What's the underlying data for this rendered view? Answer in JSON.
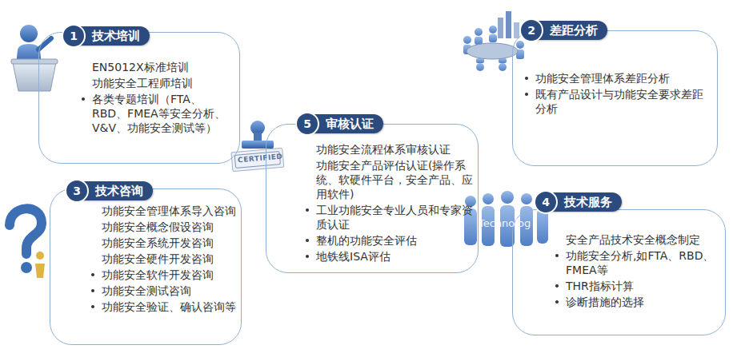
{
  "diagram": {
    "nodes": [
      {
        "text": [
          "技术培训",
          "EN5012X标准培训",
          "功能安全工程师培训",
          "各类专题培训（FTA、RBD、FMEA等安全分析、V&V、功能安全测试等）"
        ]
      },
      {
        "text": [
          "差距分析",
          "功能安全管理体系差距分析",
          "既有产品设计与功能安全要求差距分析"
        ]
      },
      {
        "text": [
          "技术咨询",
          "功能安全管理体系导入咨询",
          "功能安全概念假设咨询",
          "功能安全系统开发咨询",
          "功能安全硬件开发咨询",
          "功能安全软件开发咨询",
          "功能安全测试咨询",
          "功能安全验证、确认咨询等"
        ]
      },
      {
        "text": [
          "技术服务",
          "安全产品技术安全概念制定",
          "功能安全分析,如FTA、RBD、FMEA等",
          "THR指标计算",
          "诊断措施的选择"
        ]
      },
      {
        "text": [
          "审核认证",
          "功能安全流程体系审核认证",
          "功能安全产品评估认证(操作系统、软硬件平台，安全产品、应用软件)",
          "工业功能安全专业人员和专家资质认证",
          "整机的功能安全评估",
          "地铁线ISA评估"
        ]
      }
    ],
    "labels": [
      "1",
      "2",
      "3",
      "4",
      "5",
      "CERTIFIED",
      "Technolog"
    ]
  }
}
